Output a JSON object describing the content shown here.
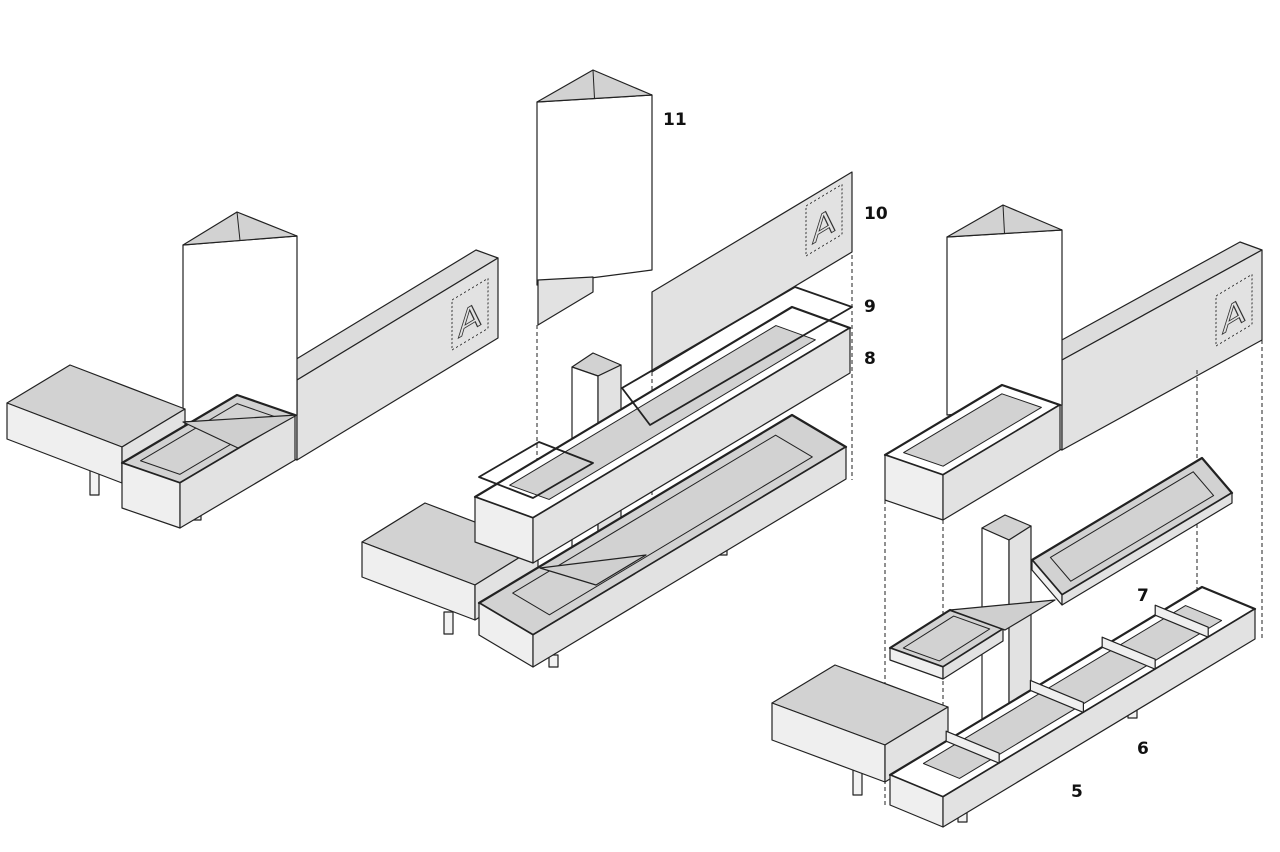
{
  "diagram": {
    "type": "exploded isometric assembly",
    "assemblies": [
      "assembled",
      "exploded-upper",
      "exploded-lower"
    ],
    "part_labels": {
      "p11": "11",
      "p10": "10",
      "p9": "9",
      "p8": "8",
      "p7": "7",
      "p6": "6",
      "p5": "5"
    },
    "logo_letter": "A",
    "colors": {
      "stroke": "#222222",
      "face_light": "#efefef",
      "face_mid": "#e2e2e2",
      "face_top": "#d2d2d2",
      "white": "#ffffff"
    }
  }
}
